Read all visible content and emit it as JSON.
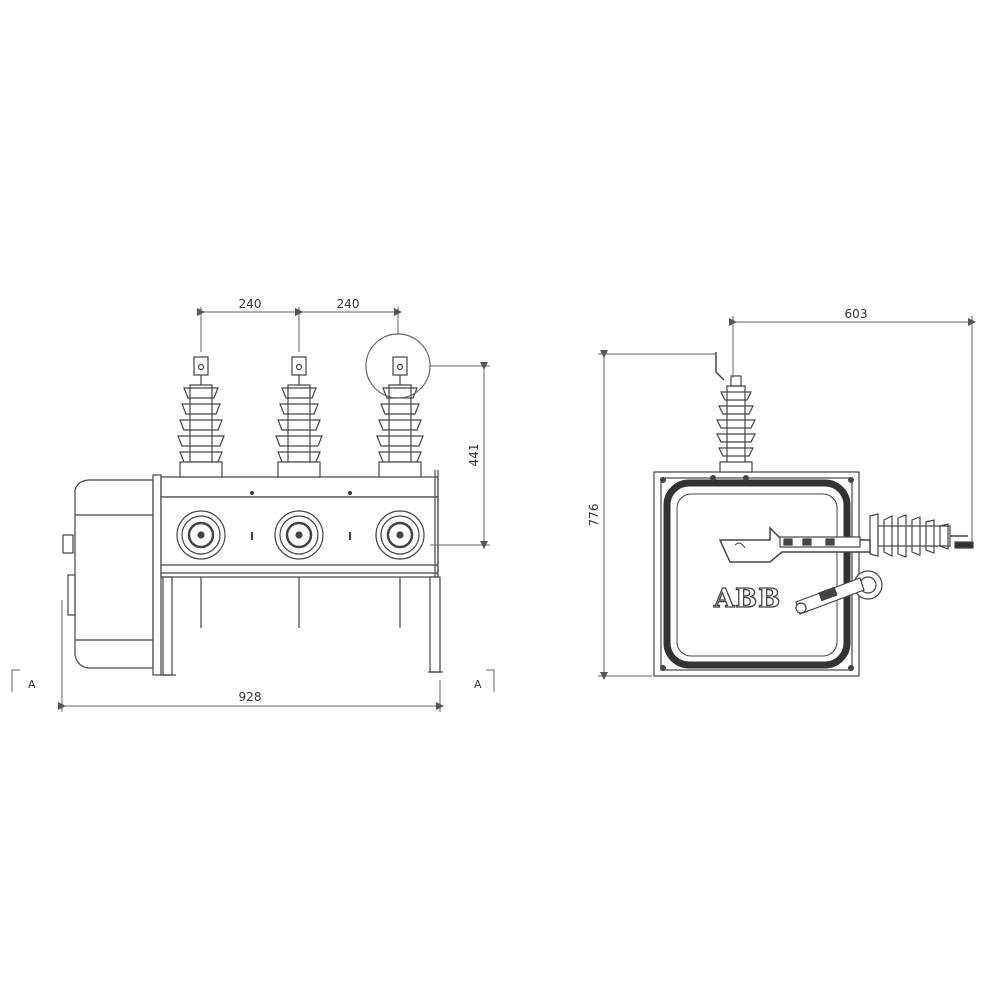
{
  "front_view": {
    "dims": {
      "pitch_left": "240",
      "pitch_right": "240",
      "height": "441",
      "width": "928"
    },
    "section_marks": {
      "left": "A",
      "right": "A"
    }
  },
  "side_view": {
    "dims": {
      "height": "776",
      "reach": "603"
    },
    "logo": "ABB"
  },
  "colors": {
    "line": "#444444",
    "dim_line": "#666666",
    "fill": "#ffffff",
    "dark": "#333333"
  }
}
